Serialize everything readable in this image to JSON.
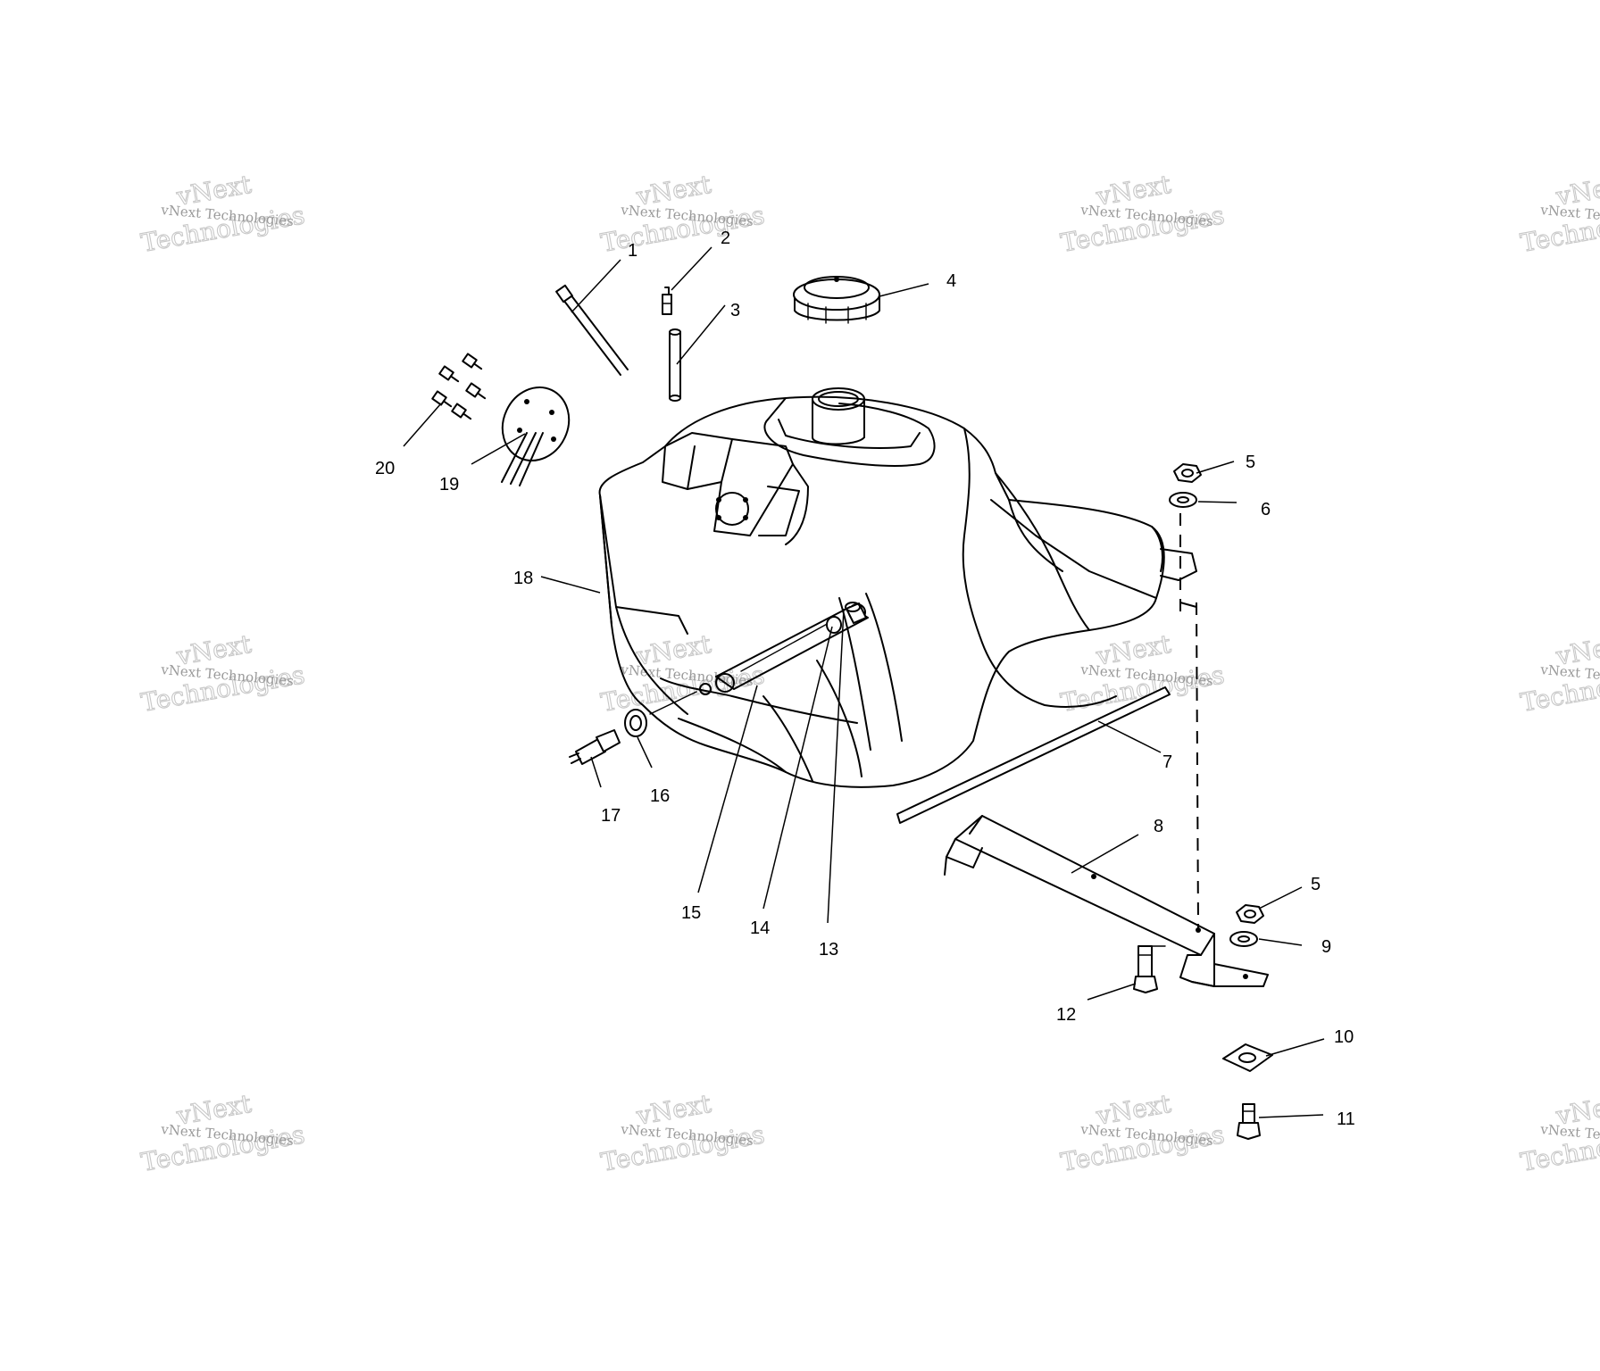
{
  "watermark": {
    "line1": "vNext",
    "line2": "Technologies",
    "small": "vNext Technologies"
  },
  "callouts": [
    {
      "id": "c1",
      "label": "1"
    },
    {
      "id": "c2",
      "label": "2"
    },
    {
      "id": "c3",
      "label": "3"
    },
    {
      "id": "c4",
      "label": "4"
    },
    {
      "id": "c5a",
      "label": "5"
    },
    {
      "id": "c6",
      "label": "6"
    },
    {
      "id": "c7",
      "label": "7"
    },
    {
      "id": "c8",
      "label": "8"
    },
    {
      "id": "c5b",
      "label": "5"
    },
    {
      "id": "c9",
      "label": "9"
    },
    {
      "id": "c10",
      "label": "10"
    },
    {
      "id": "c11",
      "label": "11"
    },
    {
      "id": "c12",
      "label": "12"
    },
    {
      "id": "c13",
      "label": "13"
    },
    {
      "id": "c14",
      "label": "14"
    },
    {
      "id": "c15",
      "label": "15"
    },
    {
      "id": "c16",
      "label": "16"
    },
    {
      "id": "c17",
      "label": "17"
    },
    {
      "id": "c18",
      "label": "18"
    },
    {
      "id": "c19",
      "label": "19"
    },
    {
      "id": "c20",
      "label": "20"
    }
  ]
}
